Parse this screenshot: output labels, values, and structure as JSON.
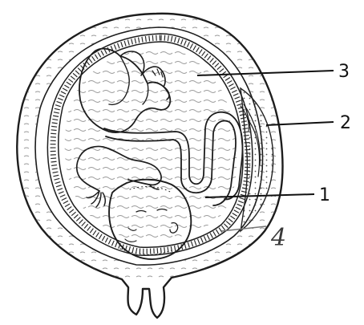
{
  "diagram": {
    "labels": {
      "l1": "1",
      "l2": "2",
      "l3": "3",
      "l4": "4"
    }
  }
}
